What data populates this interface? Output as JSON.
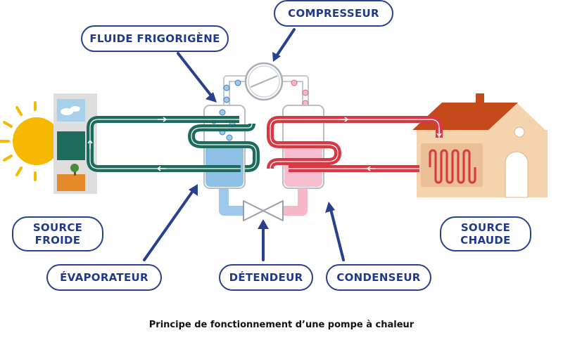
{
  "labels": {
    "compresseur": "COMPRESSEUR",
    "fluide": "FLUIDE FRIGORIGÈNE",
    "source_froide": "SOURCE\nFROIDE",
    "source_chaude": "SOURCE\nCHAUDE",
    "evaporateur": "ÉVAPORATEUR",
    "detendeur": "DÉTENDEUR",
    "condenseur": "CONDENSEUR"
  },
  "caption": "Principe de fonctionnement d’une pompe à chaleur",
  "colors": {
    "label_border": "#27418f",
    "label_text": "#1f3a8a",
    "arrow": "#27418f",
    "cold_loop": "#1d6b5c",
    "hot_loop": "#d93744",
    "evaporator_liquid": "#8ebfe5",
    "condenser_liquid": "#f6bcd0",
    "sun": "#f6b800",
    "roof": "#c44a1c",
    "house": "#f5d3ac"
  },
  "icons": [
    "sun-icon",
    "house-icon",
    "compressor-icon",
    "expansion-valve-icon"
  ]
}
